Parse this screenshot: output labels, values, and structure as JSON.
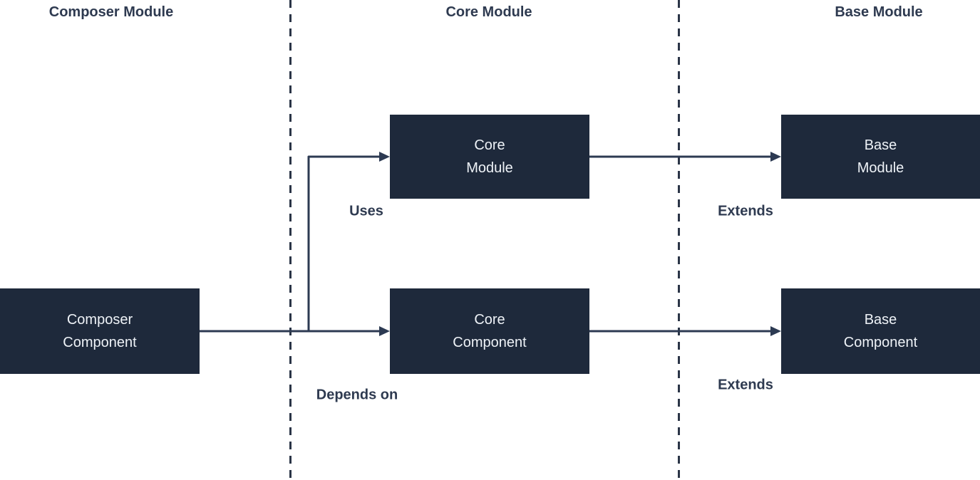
{
  "diagram": {
    "type": "flowchart",
    "background_color": "#ffffff",
    "colors": {
      "node_fill": "#1e293b",
      "node_text": "#eef2f7",
      "edge_line": "#2c3a52",
      "label_text": "#2e3a50",
      "separator": "#2b3547"
    },
    "lanes": [
      {
        "title": "Composer Module"
      },
      {
        "title": "Core Module"
      },
      {
        "title": "Base Module"
      }
    ],
    "nodes": [
      {
        "id": "composer-component",
        "label": "Composer\nComponent",
        "lane": "Composer Module"
      },
      {
        "id": "core-module",
        "label": "Core\nModule",
        "lane": "Core Module"
      },
      {
        "id": "core-component",
        "label": "Core\nComponent",
        "lane": "Core Module"
      },
      {
        "id": "base-module",
        "label": "Base\nModule",
        "lane": "Base Module"
      },
      {
        "id": "base-component",
        "label": "Base\nComponent",
        "lane": "Base Module"
      }
    ],
    "edges": [
      {
        "from": "composer-component",
        "to": "core-module",
        "label": "Uses"
      },
      {
        "from": "composer-component",
        "to": "core-component",
        "label": "Depends on"
      },
      {
        "from": "core-module",
        "to": "base-module",
        "label": "Extends"
      },
      {
        "from": "core-component",
        "to": "base-component",
        "label": "Extends"
      }
    ]
  }
}
